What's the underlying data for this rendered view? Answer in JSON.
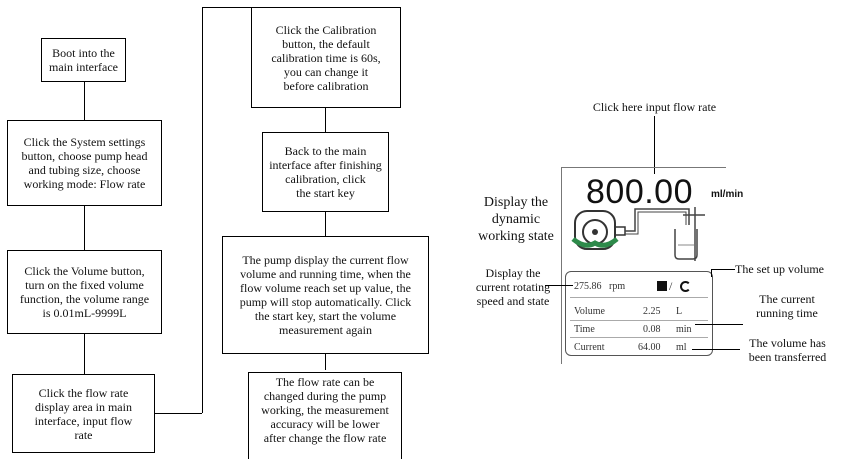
{
  "flow": {
    "b1": "Boot into the\nmain interface",
    "b2": "Click the System settings\nbutton, choose pump head\nand tubing size, choose\nworking mode: Flow rate",
    "b3": "Click the Volume button,\nturn on the fixed volume\nfunction, the volume range\nis 0.01mL-9999L",
    "b4": "Click the flow rate\ndisplay area in main\ninterface, input flow\nrate",
    "b5": "Click the Calibration\nbutton, the default\ncalibration time is 60s,\nyou can change it\nbefore calibration",
    "b6": "Back to the main\ninterface after finishing\ncalibration, click\nthe start key",
    "b7": "The pump display the current flow\nvolume and running time, when the\nflow volume reach set up value, the\npump will stop automatically. Click\nthe start key, start the volume\nmeasurement again",
    "b8": "The flow rate can be\nchanged during the pump\nworking, the measurement\naccuracy will be lower\nafter change the flow rate"
  },
  "screen": {
    "flow_value": "800.00",
    "flow_unit": "ml/min",
    "speed": "275.86",
    "speed_unit": "rpm",
    "rows": [
      {
        "label": "Volume",
        "value": "2.25",
        "unit": "L"
      },
      {
        "label": "Time",
        "value": "0.08",
        "unit": "min"
      },
      {
        "label": "Current",
        "value": "64.00",
        "unit": "ml"
      }
    ]
  },
  "annotations": {
    "flow_rate": "Click here input flow rate",
    "dynamic": "Display the\ndynamic\nworking state",
    "speed": "Display the\ncurrent rotating\nspeed and state",
    "setup_volume": "The set up volume",
    "running_time": "The current\nrunning time",
    "transferred": "The volume has\nbeen transferred"
  }
}
